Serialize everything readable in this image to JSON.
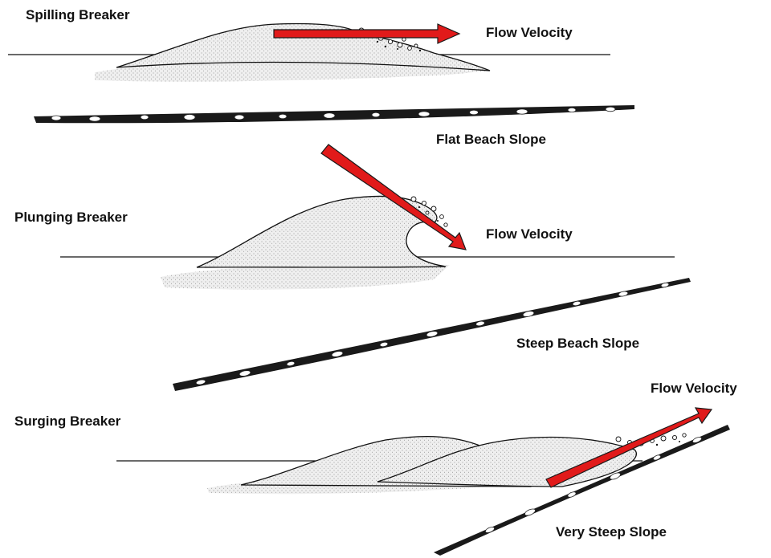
{
  "panels": [
    {
      "breaker_label": "Spilling Breaker",
      "velocity_label": "Flow Velocity",
      "slope_label": "Flat Beach Slope"
    },
    {
      "breaker_label": "Plunging Breaker",
      "velocity_label": "Flow Velocity",
      "slope_label": "Steep Beach Slope"
    },
    {
      "breaker_label": "Surging Breaker",
      "velocity_label": "Flow Velocity",
      "slope_label": "Very Steep Slope"
    }
  ],
  "colors": {
    "arrow_fill": "#e11a1a",
    "outline": "#111111",
    "stipple": "#9a9a9a"
  }
}
